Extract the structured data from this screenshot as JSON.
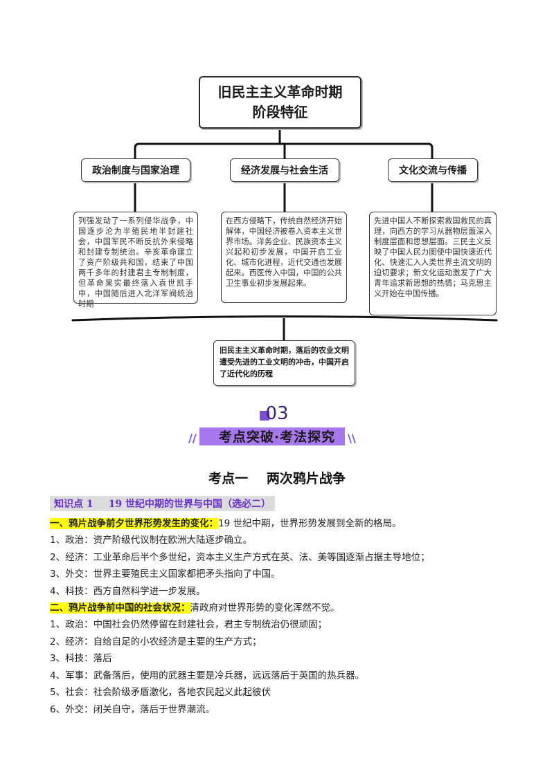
{
  "diagram": {
    "title_line1": "旧民主主义革命时期",
    "title_line2": "阶段特征",
    "categories": [
      {
        "label": "政治制度与国家治理",
        "text": "列强发动了一系列侵华战争，中国逐步沦为半殖民地半封建社会，中国军民不断反抗外来侵略和封建专制统治。辛亥革命建立了资产阶级共和国，结束了中国两千多年的封建君主专制制度，但革命果实最终落入袁世凯手中，中国随后进入北洋军阀统治时期"
      },
      {
        "label": "经济发展与社会生活",
        "text": "在西方侵略下，传统自然经济开始解体，中国经济被卷入资本主义世界市场。洋务企业、民族资本主义兴起和初步发展，中国开启工业化、城市化进程，近代交通也发展起来。西医传入中国，中国的公共卫生事业初步发展起来。"
      },
      {
        "label": "文化交流与传播",
        "text": "先进中国人不断探索救国救民的真理，向西方的学习从器物层面深入制度层面和思想层面。三民主义反映了中国人民力图使中国快速近代化、快速汇入人类世界主流文明的迫切要求；新文化运动激发了广大青年追求新思想的热情；马克思主义开始在中国传播。"
      }
    ],
    "summary": "旧民主主义革命时期，落后的农业文明遭受先进的工业文明的冲击，中国开启了近代化的历程"
  },
  "section": {
    "number": "03",
    "banner": "考点突破·考法探究"
  },
  "kaodian": {
    "label": "考点一",
    "title": "两次鸦片战争"
  },
  "knowledge": {
    "label": "知识点 1",
    "title": "19 世纪中期的世界与中国（选必二）"
  },
  "part1": {
    "heading": "一、鸦片战争前夕世界形势发生的变化：",
    "intro": "19 世纪中期，世界形势发展到全新的格局。",
    "items": [
      "1、政治：资产阶级代议制在欧洲大陆逐步确立。",
      "2、经济：工业革命后半个多世纪，资本主义生产方式在英、法、美等国逐渐占据主导地位；",
      "3、外交：世界主要殖民主义国家都把矛头指向了中国。",
      "4、科技：西方自然科学进一步发展。"
    ]
  },
  "part2": {
    "heading": "二、鸦片战争前中国的社会状况：",
    "intro": "清政府对世界形势的变化浑然不觉。",
    "items": [
      "1、政治：中国社会仍然停留在封建社会，君主专制统治仍很顽固；",
      "2、经济：自给自足的小农经济是主要的生产方式；",
      "3、科技：落后",
      "4、军事：武备落后，使用的武器主要是冷兵器，远远落后于英国的热兵器。",
      "5、社会：社会阶级矛盾激化，各地农民起义此起彼伏",
      "6、外交：闭关自守，落后于世界潮流。"
    ]
  },
  "colors": {
    "highlight": "#ffff00",
    "accent": "#6a2fd0",
    "banner": "#a878ef"
  }
}
